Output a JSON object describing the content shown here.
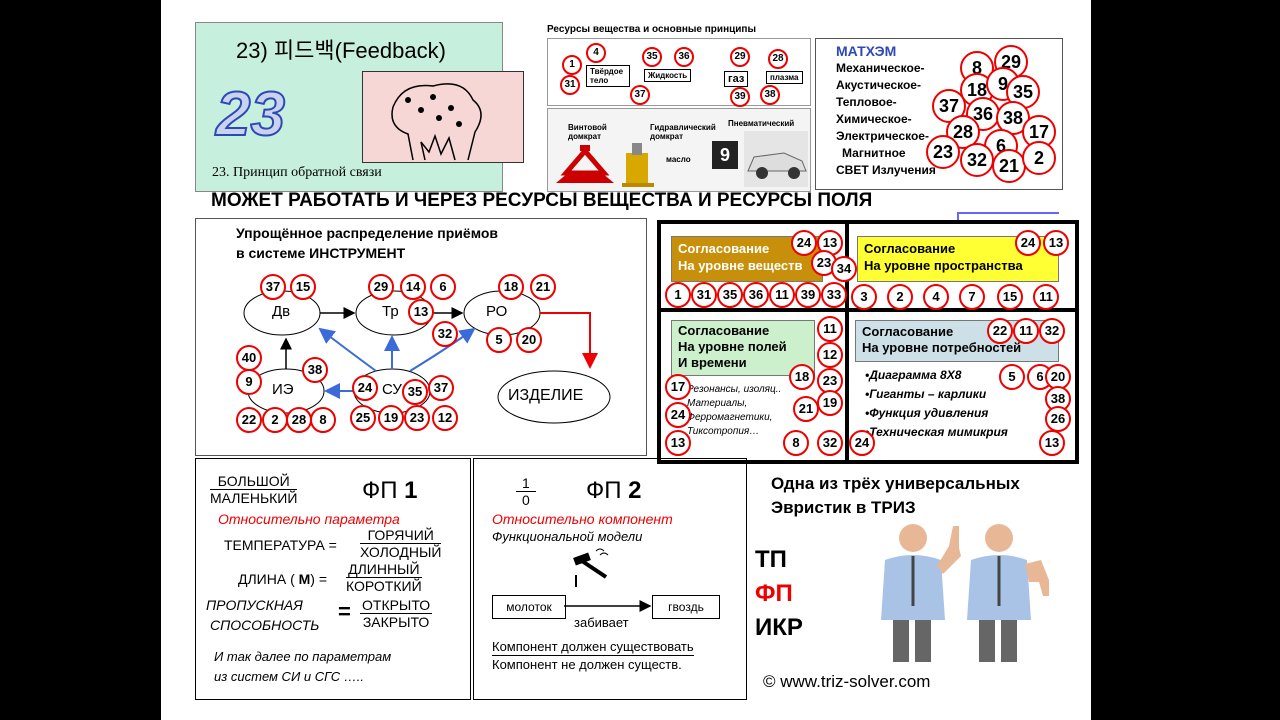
{
  "feedback": {
    "title": "23) 피드백(Feedback)",
    "big_number": "23",
    "caption": "23. Принцип обратной связи"
  },
  "resources": {
    "title": "Ресурсы вещества и основные принципы",
    "states": [
      "Твёрдое тело",
      "Жидкость",
      "газ",
      "плазма"
    ],
    "circles": [
      "1",
      "4",
      "31",
      "35",
      "36",
      "37",
      "29",
      "28",
      "39",
      "38"
    ],
    "jacks": [
      "Винтовой домкрат",
      "Гидравлический домкрат",
      "Пневматический",
      "масло"
    ],
    "jack_number": "9"
  },
  "matchem": {
    "title": "МАТХЭМ",
    "lines": [
      "Механическое-",
      "Акустическое-",
      "Тепловое-",
      "Химическое-",
      "Электрическое-",
      "Магнитное",
      "СВЕТ Излучения"
    ],
    "circles": [
      "8",
      "29",
      "18",
      "9",
      "35",
      "37",
      "36",
      "38",
      "28",
      "6",
      "17",
      "23",
      "32",
      "21",
      "2"
    ]
  },
  "banner": "МОЖЕТ РАБОТАТЬ И ЧЕРЕЗ РЕСУРСЫ ВЕЩЕСТВА И  РЕСУРСЫ ПОЛЯ",
  "instrument": {
    "title_line1": "Упрощённое распределение  приёмов",
    "title_line2": "в системе  ИНСТРУМЕНТ",
    "nodes": {
      "dv": "Дв",
      "tr": "Тр",
      "ro": "РО",
      "ie": "ИЭ",
      "su": "СУ",
      "product": "ИЗДЕЛИЕ"
    },
    "circles_dv": [
      "37",
      "15"
    ],
    "circles_tr": [
      "29",
      "14",
      "6",
      "13"
    ],
    "circles_ro": [
      "18",
      "21",
      "32",
      "5",
      "20"
    ],
    "circles_ie": [
      "40",
      "9",
      "38",
      "22",
      "2",
      "28",
      "8"
    ],
    "circles_su": [
      "24",
      "35",
      "37",
      "25",
      "19",
      "23",
      "12"
    ]
  },
  "agreement": {
    "substance": {
      "line1": "Согласование",
      "line2": "На уровне веществ",
      "circles_top": [
        "24",
        "13",
        "23",
        "34"
      ],
      "circles_bottom": [
        "1",
        "31",
        "35",
        "36",
        "11",
        "39",
        "33"
      ]
    },
    "space": {
      "line1": "Согласование",
      "line2": "На уровне пространства",
      "circles_top": [
        "24",
        "13"
      ],
      "circles_bottom": [
        "3",
        "2",
        "4",
        "7",
        "15",
        "11"
      ]
    },
    "fields": {
      "line1": "Согласование",
      "line2": "На уровне полей",
      "line3": "И времени",
      "notes": [
        "Резонансы, изоляц..",
        "Материалы,",
        "Ферромагнетики,",
        "Тиксотропия…"
      ],
      "circles": [
        "11",
        "12",
        "18",
        "23",
        "17",
        "19",
        "21",
        "24",
        "32",
        "13",
        "8"
      ]
    },
    "needs": {
      "line1": "Согласование",
      "line2": "На уровне потребностей",
      "items": [
        "•Диаграмма 8Х8",
        "•Гиганты – карлики",
        "•Функция удивления",
        "•Техническая мимикрия"
      ],
      "circles": [
        "22",
        "11",
        "32",
        "5",
        "6",
        "20",
        "38",
        "26",
        "13",
        "24"
      ]
    }
  },
  "fp1": {
    "frac_top": "БОЛЬШОЙ",
    "frac_bottom": "МАЛЕНЬКИЙ",
    "label": "ФП ",
    "label_num": "1",
    "subtitle": "Относительно параметра",
    "row1": {
      "name": "ТЕМПЕРАТУРА =",
      "top": "ГОРЯЧИЙ",
      "bottom": "ХОЛОДНЫЙ"
    },
    "row2": {
      "name": "ДЛИНА (",
      "unit": " М",
      "close": ") =",
      "top": "ДЛИННЫЙ",
      "bottom": "КОРОТКИЙ"
    },
    "row3": {
      "name1": "ПРОПУСКНАЯ",
      "name2": "СПОСОБНОСТЬ",
      "eq": "=",
      "top": "ОТКРЫТО",
      "bottom": "ЗАКРЫТО"
    },
    "footer1": "И так далее по  параметрам",
    "footer2": "из систем СИ и СГС ….."
  },
  "fp2": {
    "frac_top": "1",
    "frac_bottom": "0",
    "label": "ФП ",
    "label_num": "2",
    "subtitle": "Относительно компонент",
    "subtitle2": "Функциональной модели",
    "comp1": "молоток",
    "comp2": "гвоздь",
    "action": "забивает",
    "line1": "Компонент должен существовать",
    "line2": "Компонент не должен существ."
  },
  "heuristics": {
    "title1": "Одна из трёх универсальных",
    "title2": "Эвристик в ТРИЗ",
    "tp": "ТП",
    "fp": "ФП",
    "ikr": "ИКР",
    "copyright": "© www.triz-solver.com"
  }
}
